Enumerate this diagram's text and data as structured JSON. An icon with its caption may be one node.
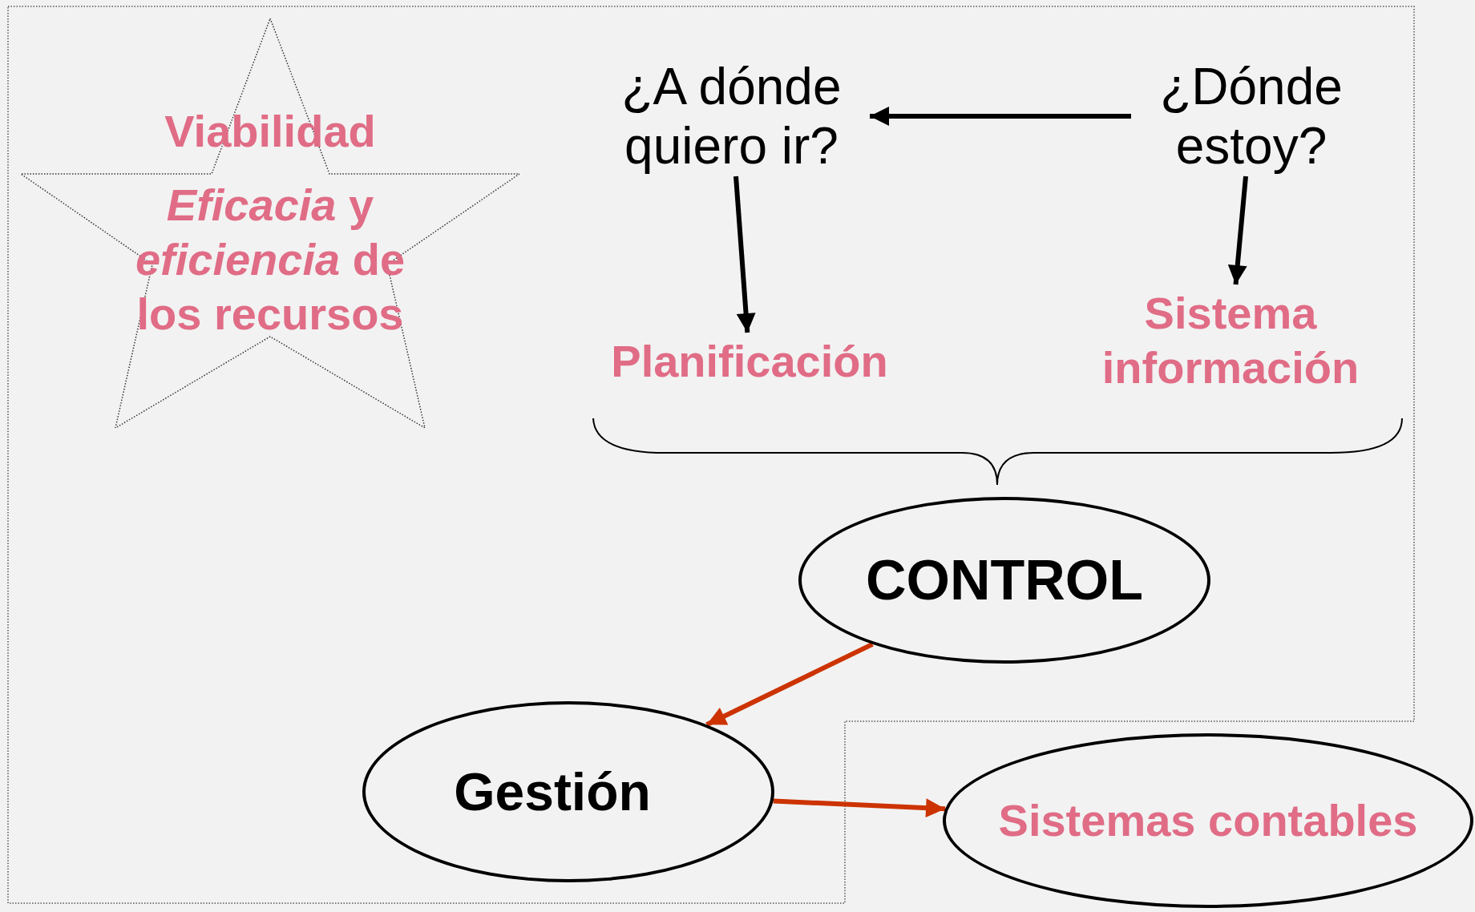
{
  "diagram": {
    "nodes": [
      {
        "text": [
          "Viabilidad",
          "*Eficacia* y *eficiencia* de los recursos"
        ]
      },
      {
        "text": [
          "¿A dónde quiero ir?"
        ]
      },
      {
        "text": [
          "¿Dónde estoy?"
        ]
      },
      {
        "text": [
          "Planificación"
        ]
      },
      {
        "text": [
          "Sistema información"
        ]
      },
      {
        "text": [
          "CONTROL"
        ]
      },
      {
        "text": [
          "Gestión"
        ]
      },
      {
        "text": [
          "Sistemas contables"
        ]
      }
    ],
    "edges": [
      {
        "from": 2,
        "to": 1,
        "arrow": "to"
      },
      {
        "from": 1,
        "to": 3,
        "arrow": "to"
      },
      {
        "from": 2,
        "to": 4,
        "arrow": "to"
      },
      {
        "from": 5,
        "to": 6,
        "arrow": "to",
        "color": "#cc3300"
      },
      {
        "from": 6,
        "to": 7,
        "arrow": "to",
        "color": "#cc3300"
      }
    ]
  }
}
